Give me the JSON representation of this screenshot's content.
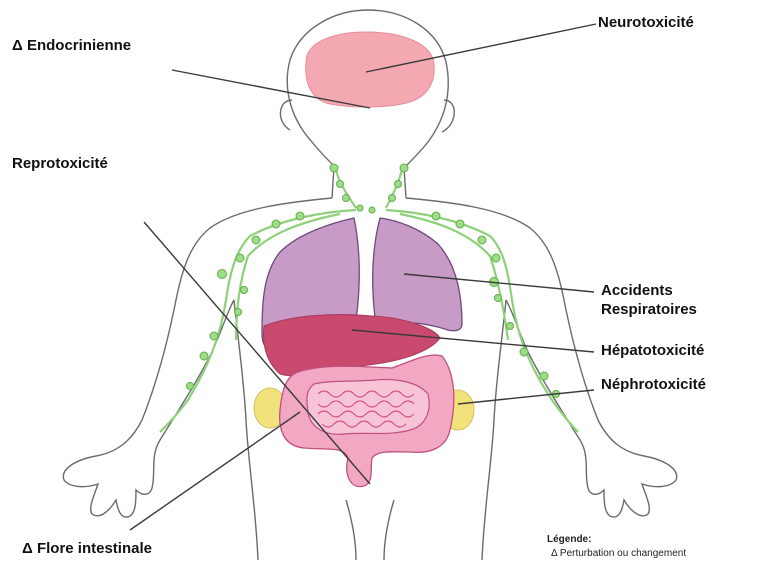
{
  "labels": {
    "neuro": "Neurotoxicité",
    "endocrine": "Δ Endocrinienne",
    "repro": "Reprotoxicité",
    "respiratory_line1": "Accidents",
    "respiratory_line2": "Respiratoires",
    "hepato": "Hépatotoxicité",
    "nephro": "Néphrotoxicité",
    "flora": "Δ Flore intestinale"
  },
  "legend": {
    "title": "Légende:",
    "item": "Δ Perturbation ou changement"
  },
  "colors": {
    "outline": "#6b6b6b",
    "brain": "#f4a9b2",
    "lungs": "#c89ac6",
    "lungs_stroke": "#6d4a7a",
    "liver": "#c94a6e",
    "intestine": "#f2a7c3",
    "intestine_stroke": "#c0507e",
    "kidney": "#f1e27c",
    "lymph": "#8fd07a",
    "lymph_node": "#6fbf5a",
    "leader": "#3a3a3a"
  }
}
